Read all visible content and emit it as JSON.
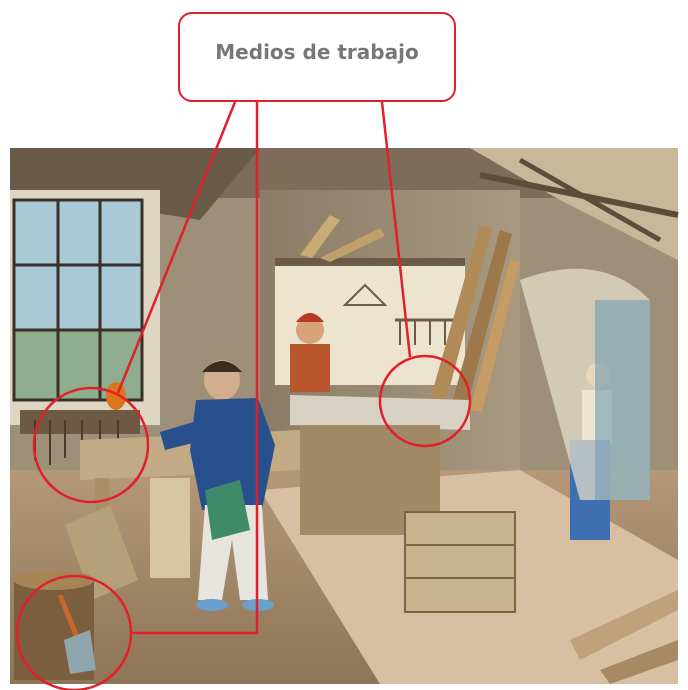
{
  "callout": {
    "label": "Medios de trabajo",
    "color": "#e0202a"
  },
  "illustration": {
    "subject": "carpenter-workshop-engraving",
    "highlighted_tools": [
      "wall-tool-rack",
      "bench-tools",
      "axe-in-stump"
    ]
  }
}
